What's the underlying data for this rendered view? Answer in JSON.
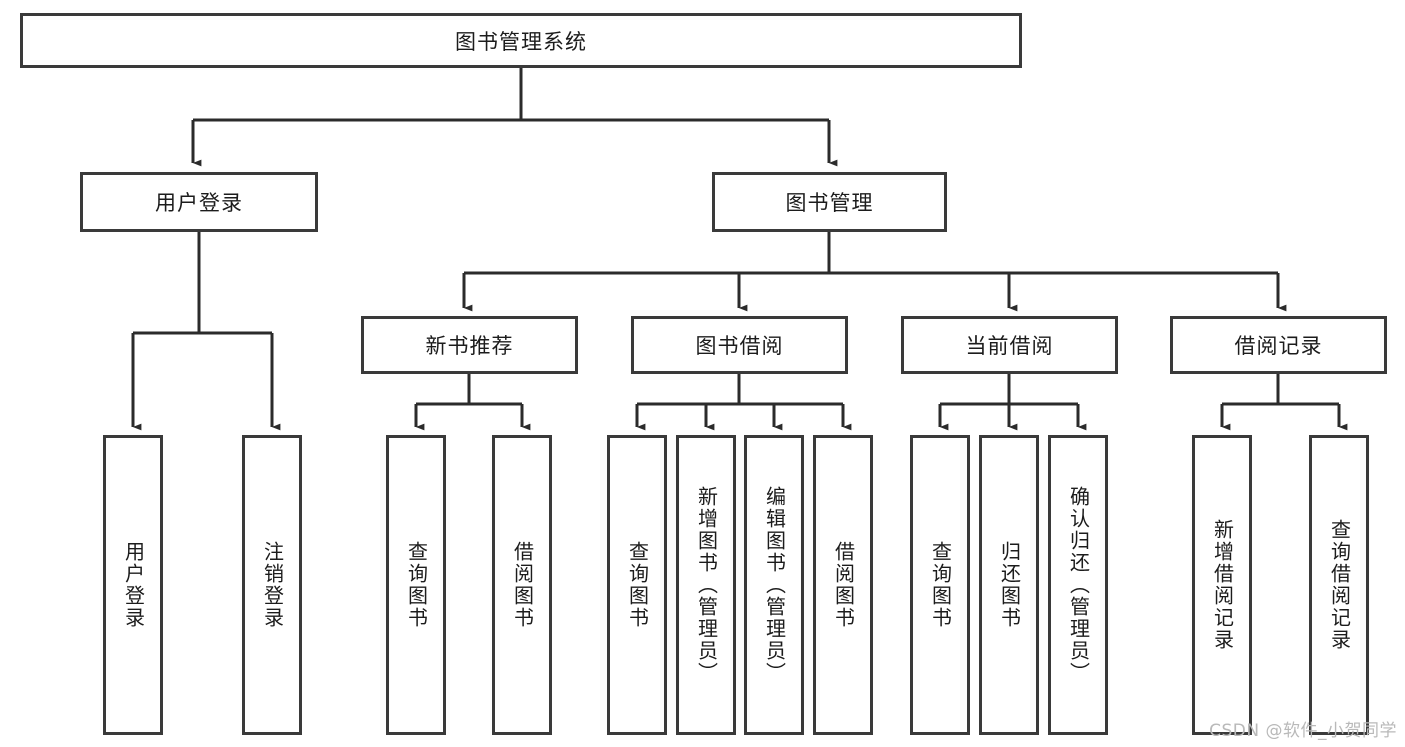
{
  "diagram": {
    "type": "tree-hierarchy-chart",
    "title": "图书管理系统",
    "watermark": "CSDN @软件_小贺同学",
    "colors": {
      "background": "#ffffff",
      "box_border": "#3a3a3a",
      "box_fill": "#ffffff",
      "edge": "#2b2b2b",
      "text": "#1c1c1c",
      "watermark": "#b9b9b9"
    },
    "levels": [
      {
        "level": 1,
        "nodes": [
          {
            "id": "root",
            "label": "图书管理系统",
            "orientation": "horizontal"
          }
        ]
      },
      {
        "level": 2,
        "nodes": [
          {
            "id": "login",
            "label": "用户登录",
            "orientation": "horizontal",
            "parent": "root"
          },
          {
            "id": "bookmgmt",
            "label": "图书管理",
            "orientation": "horizontal",
            "parent": "root"
          }
        ]
      },
      {
        "level": 3,
        "nodes": [
          {
            "id": "newbook",
            "label": "新书推荐",
            "orientation": "horizontal",
            "parent": "bookmgmt"
          },
          {
            "id": "borrow",
            "label": "图书借阅",
            "orientation": "horizontal",
            "parent": "bookmgmt"
          },
          {
            "id": "current",
            "label": "当前借阅",
            "orientation": "horizontal",
            "parent": "bookmgmt"
          },
          {
            "id": "records",
            "label": "借阅记录",
            "orientation": "horizontal",
            "parent": "bookmgmt"
          }
        ]
      },
      {
        "level": 4,
        "nodes": [
          {
            "id": "leaf1",
            "label": "用户登录",
            "orientation": "vertical",
            "parent": "login"
          },
          {
            "id": "leaf2",
            "label": "注销登录",
            "orientation": "vertical",
            "parent": "login"
          },
          {
            "id": "leaf3",
            "label": "查询图书",
            "orientation": "vertical",
            "parent": "newbook"
          },
          {
            "id": "leaf4",
            "label": "借阅图书",
            "orientation": "vertical",
            "parent": "newbook"
          },
          {
            "id": "leaf5",
            "label": "查询图书",
            "orientation": "vertical",
            "parent": "borrow"
          },
          {
            "id": "leaf6",
            "label": "新增图书（管理员）",
            "orientation": "vertical",
            "parent": "borrow"
          },
          {
            "id": "leaf7",
            "label": "编辑图书（管理员）",
            "orientation": "vertical",
            "parent": "borrow"
          },
          {
            "id": "leaf8",
            "label": "借阅图书",
            "orientation": "vertical",
            "parent": "borrow"
          },
          {
            "id": "leaf9",
            "label": "查询图书",
            "orientation": "vertical",
            "parent": "current"
          },
          {
            "id": "leaf10",
            "label": "归还图书",
            "orientation": "vertical",
            "parent": "current"
          },
          {
            "id": "leaf11",
            "label": "确认归还（管理员）",
            "orientation": "vertical",
            "parent": "current"
          },
          {
            "id": "leaf12",
            "label": "新增借阅记录",
            "orientation": "vertical",
            "parent": "records"
          },
          {
            "id": "leaf13",
            "label": "查询借阅记录",
            "orientation": "vertical",
            "parent": "records"
          }
        ]
      }
    ]
  }
}
